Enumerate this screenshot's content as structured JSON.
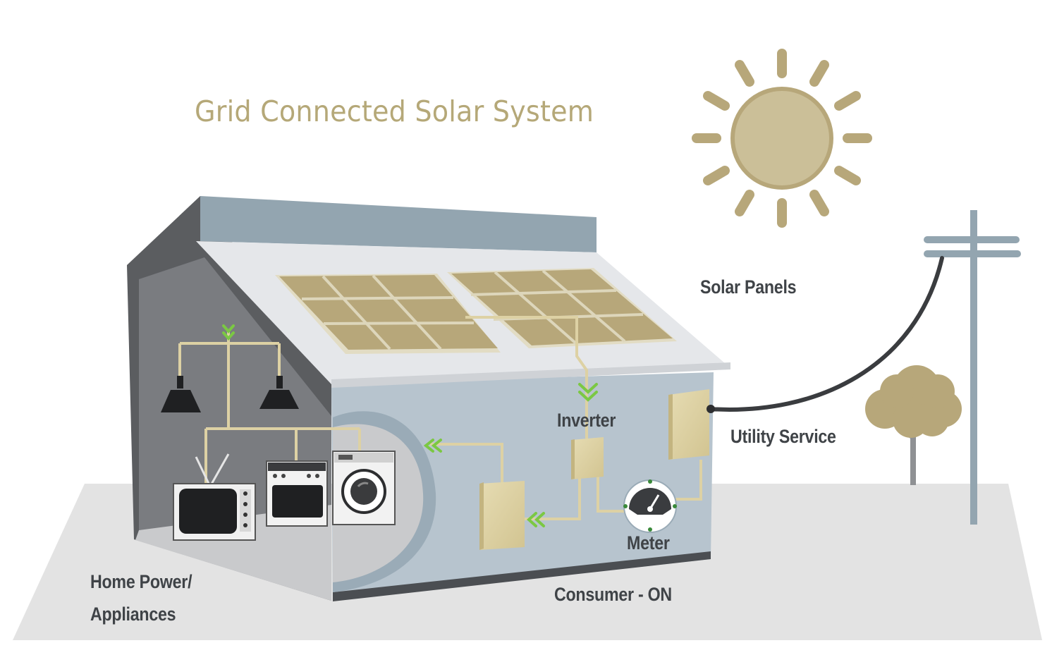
{
  "title": "Grid Connected Solar System",
  "labels": {
    "solar_panels": "Solar Panels",
    "inverter": "Inverter",
    "utility_service": "Utility Service",
    "meter": "Meter",
    "home_power_line1": "Home Power/",
    "home_power_line2": "Appliances",
    "consumer": "Consumer - ON"
  },
  "colors": {
    "accent": "#b5a878",
    "panel": "#b7a77a",
    "box": "#ddd1a4",
    "wall": "#b7c4ce",
    "roof": "#e5e7ea",
    "dark_wall": "#5b5d60",
    "flow_arrow": "#7bc843",
    "ground": "#e3e3e3",
    "label": "#3f4347"
  }
}
